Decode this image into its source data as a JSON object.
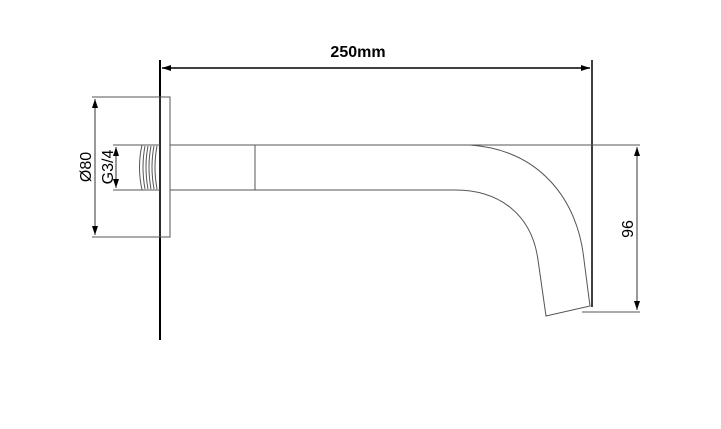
{
  "drawing": {
    "overall_length_label": "250mm",
    "flange_diameter_label": "Ø80",
    "thread_label": "G3/4",
    "drop_height_label": "96"
  }
}
